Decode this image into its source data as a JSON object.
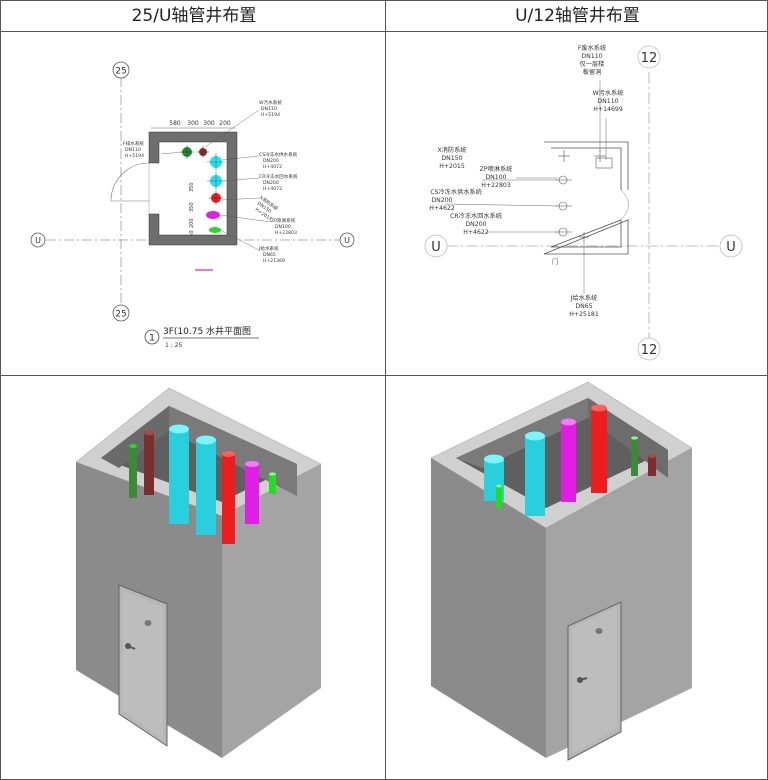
{
  "headers": {
    "left": "25/U轴管井布置",
    "right": "U/12轴管井布置"
  },
  "left_plan": {
    "axis_top": "25",
    "axis_bottom": "25",
    "axis_left": "U",
    "axis_right": "U",
    "dims": [
      "580",
      "300",
      "300",
      "200"
    ],
    "dims_vertical": [
      "350",
      "350",
      "200",
      "150"
    ],
    "labels": {
      "tl1": "F排水系统",
      "tl2": "DN110",
      "tl3": "H+5194",
      "t1": "W污水系统",
      "t2": "DN110",
      "t3": "H+5194",
      "cs1": "CS冷冻水供水系统",
      "cs2": "DN200",
      "cs3": "H+4072",
      "cr1": "CR冷冻水回水系统",
      "cr2": "DN200",
      "cr3": "H+4072",
      "x1": "X消防系统",
      "x2": "DN150",
      "x3": "H+2015",
      "zp1": "ZP喷淋系统",
      "zp2": "DN100",
      "zp3": "H+22803",
      "j1": "J给水系统",
      "j2": "DN65",
      "j3": "H+21369"
    },
    "caption_num": "1",
    "caption": "3F(10.75 水井平面图",
    "caption_scale": "1 : 25"
  },
  "right_plan": {
    "axis_top": "12",
    "axis_bottom": "12",
    "axis_left": "U",
    "axis_right": "U",
    "labels": {
      "f1": "F废水系统",
      "f2": "DN110",
      "f3": "仅一层楼",
      "f4": "板留洞",
      "w1": "W污水系统",
      "w2": "DN110",
      "w3": "H+14699",
      "x1": "X消防系统",
      "x2": "DN150",
      "x3": "H+2015",
      "zp1": "ZP喷淋系统",
      "zp2": "DN100",
      "zp3": "H+22803",
      "cs1": "CS冷冻水供水系统",
      "cs2": "DN200",
      "cs3": "H+4622",
      "cr1": "CR冷冻水回水系统",
      "cr2": "DN200",
      "cr3": "H+4622",
      "j1": "J给水系统",
      "j2": "DN65",
      "j3": "H+25181",
      "door": "门"
    }
  },
  "colors": {
    "wall_front": "#8e8e8e",
    "wall_side": "#a6a6a6",
    "wall_top": "#d4d4d4",
    "cyan": "#27e0ec",
    "red": "#ee1c1c",
    "magenta": "#e01ee6",
    "green": "#22dd22",
    "darkred": "#8a3434",
    "door": "#bdbdbd"
  }
}
